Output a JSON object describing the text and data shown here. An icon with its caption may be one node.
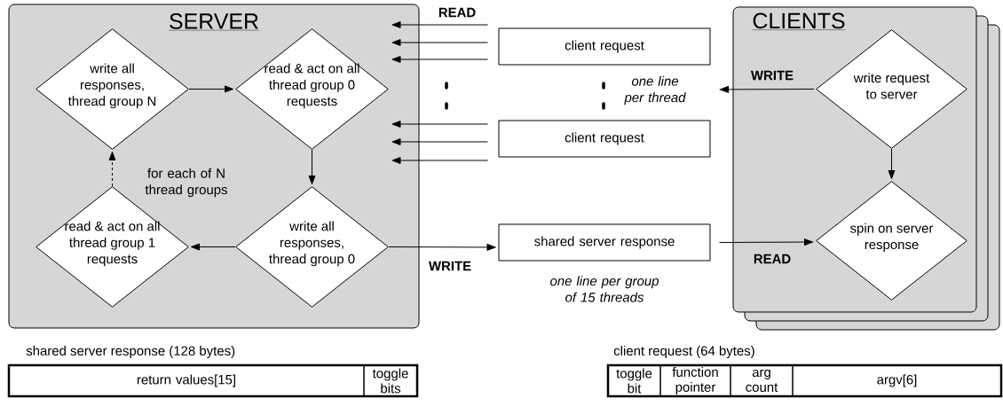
{
  "diagram": {
    "nodes": [
      {
        "text": [
          "SERVER"
        ]
      },
      {
        "text": [
          "write all responses, thread group N"
        ],
        "in": 0
      },
      {
        "text": [
          "read & act on all thread group 0 requests"
        ],
        "in": 0
      },
      {
        "text": [
          "read & act on all thread group 1 requests"
        ],
        "in": 0
      },
      {
        "text": [
          "write all responses, thread group 0"
        ],
        "in": 0
      },
      {
        "text": [
          "client request"
        ]
      },
      {
        "text": [
          "client request"
        ]
      },
      {
        "text": [
          "shared server response"
        ],
        "beside": [
          "one line per group of 15 threads"
        ]
      },
      {
        "text": [
          "CLIENTS"
        ]
      },
      {
        "text": [
          "write request to server"
        ],
        "in": 8
      },
      {
        "text": [
          "spin on server response"
        ],
        "in": 8
      }
    ],
    "edges": [
      {
        "from": 1,
        "to": 2,
        "arrow": "to"
      },
      {
        "from": 2,
        "to": 4,
        "arrow": "to"
      },
      {
        "from": 4,
        "to": 3,
        "arrow": "to"
      },
      {
        "from": 3,
        "to": 1,
        "arrow": "to",
        "style": "dashed"
      },
      {
        "from": 4,
        "to": 7,
        "arrow": "to"
      },
      {
        "from": 7,
        "to": 10,
        "arrow": "to"
      },
      {
        "from": 9,
        "to": null,
        "arrow": "to"
      },
      {
        "from": 9,
        "to": 10,
        "arrow": "to"
      },
      {
        "from": 5,
        "to": 0,
        "arrow": "to"
      },
      {
        "from": 5,
        "to": 0,
        "arrow": "to"
      },
      {
        "from": 5,
        "to": 0,
        "arrow": "to"
      },
      {
        "from": 6,
        "to": 0,
        "arrow": "to"
      },
      {
        "from": 6,
        "to": 0,
        "arrow": "to"
      },
      {
        "from": 6,
        "to": 0,
        "arrow": "to"
      }
    ],
    "labels": [
      "READ",
      "for each of N thread groups",
      "one line per thread",
      "WRITE",
      "WRITE",
      "READ",
      "shared server response (128 bytes)",
      "return values[15]",
      "toggle bits",
      "client request (64 bytes)",
      "toggle bit",
      "function pointer",
      "arg count",
      "argv[6]"
    ]
  }
}
